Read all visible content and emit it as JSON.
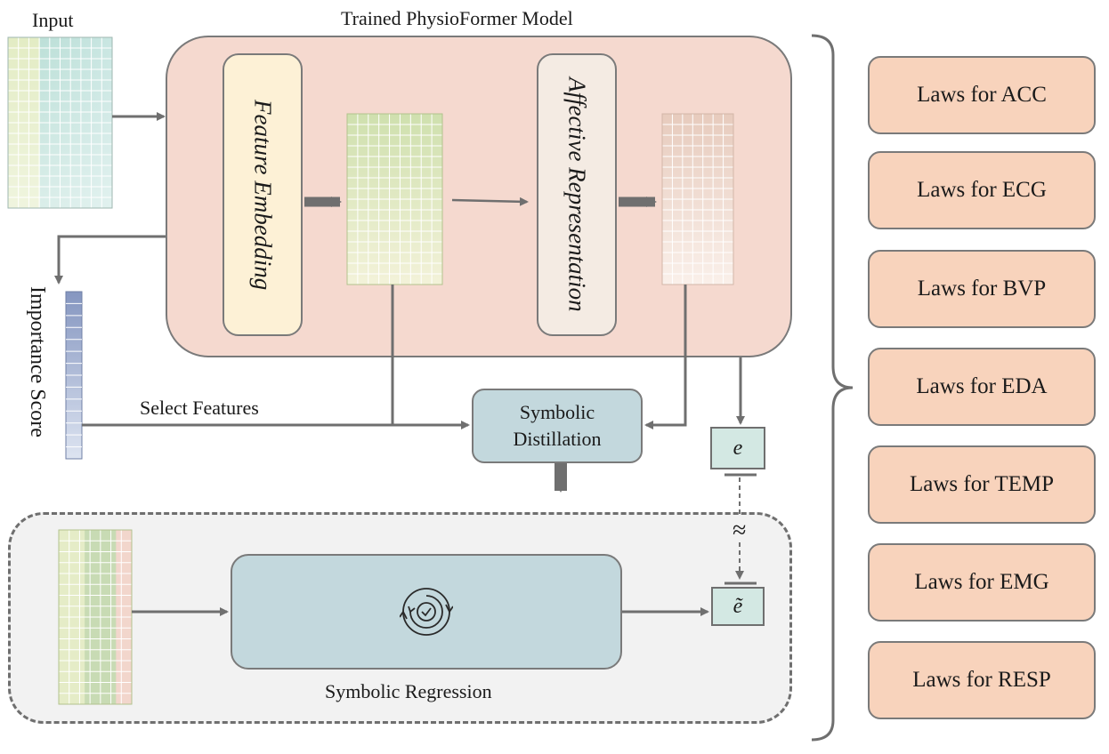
{
  "labels": {
    "input": "Input",
    "model_title": "Trained PhysioFormer Model",
    "feature_embedding": "Feature Embedding",
    "affective_representation": "Affective Representation",
    "importance_score": "Importance Score",
    "select_features": "Select Features",
    "symbolic_distillation_line1": "Symbolic",
    "symbolic_distillation_line2": "Distillation",
    "symbolic_regression": "Symbolic Regression",
    "e": "e",
    "e_tilde": "ẽ",
    "approx": "≈"
  },
  "laws": [
    "Laws for ACC",
    "Laws for ECG",
    "Laws for BVP",
    "Laws for EDA",
    "Laws for TEMP",
    "Laws for EMG",
    "Laws for RESP"
  ],
  "icons": {
    "regression": "cycle-check-icon"
  },
  "colors": {
    "model_panel": "#f5d9cf",
    "feature_embedding_box": "#fdf1d6",
    "affective_box": "#f4ebe3",
    "distillation_box": "#c3d8dd",
    "law_box": "#f8d3bc",
    "output_box": "#d3e8e3",
    "importance_bar": "#8a9ec4",
    "arrow": "#6f6f6f"
  }
}
